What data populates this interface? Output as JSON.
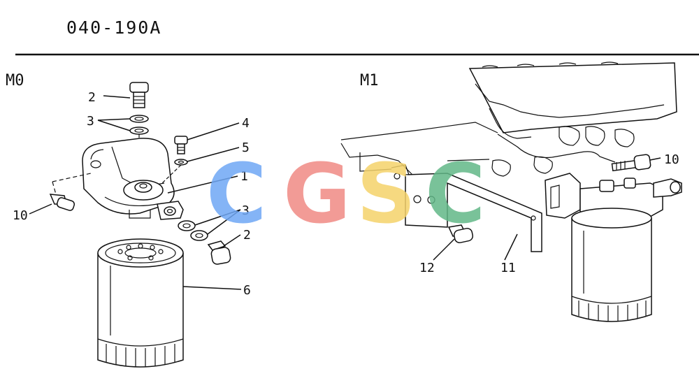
{
  "drawing_code": "040-190A",
  "sections": {
    "m0": "M0",
    "m1": "M1"
  },
  "callouts": {
    "m0_2_top": "2",
    "m0_3_top": "3",
    "m0_4": "4",
    "m0_5": "5",
    "m0_1": "1",
    "m0_10": "10",
    "m0_3_bottom": "3",
    "m0_2_bottom": "2",
    "m0_6": "6",
    "m1_10": "10",
    "m1_12": "12",
    "m1_11": "11"
  },
  "watermark": {
    "letters": [
      "C",
      "G",
      "S",
      "C"
    ],
    "colors": [
      "#6fa8f5",
      "#f08a84",
      "#f5d36b",
      "#62b888"
    ]
  }
}
